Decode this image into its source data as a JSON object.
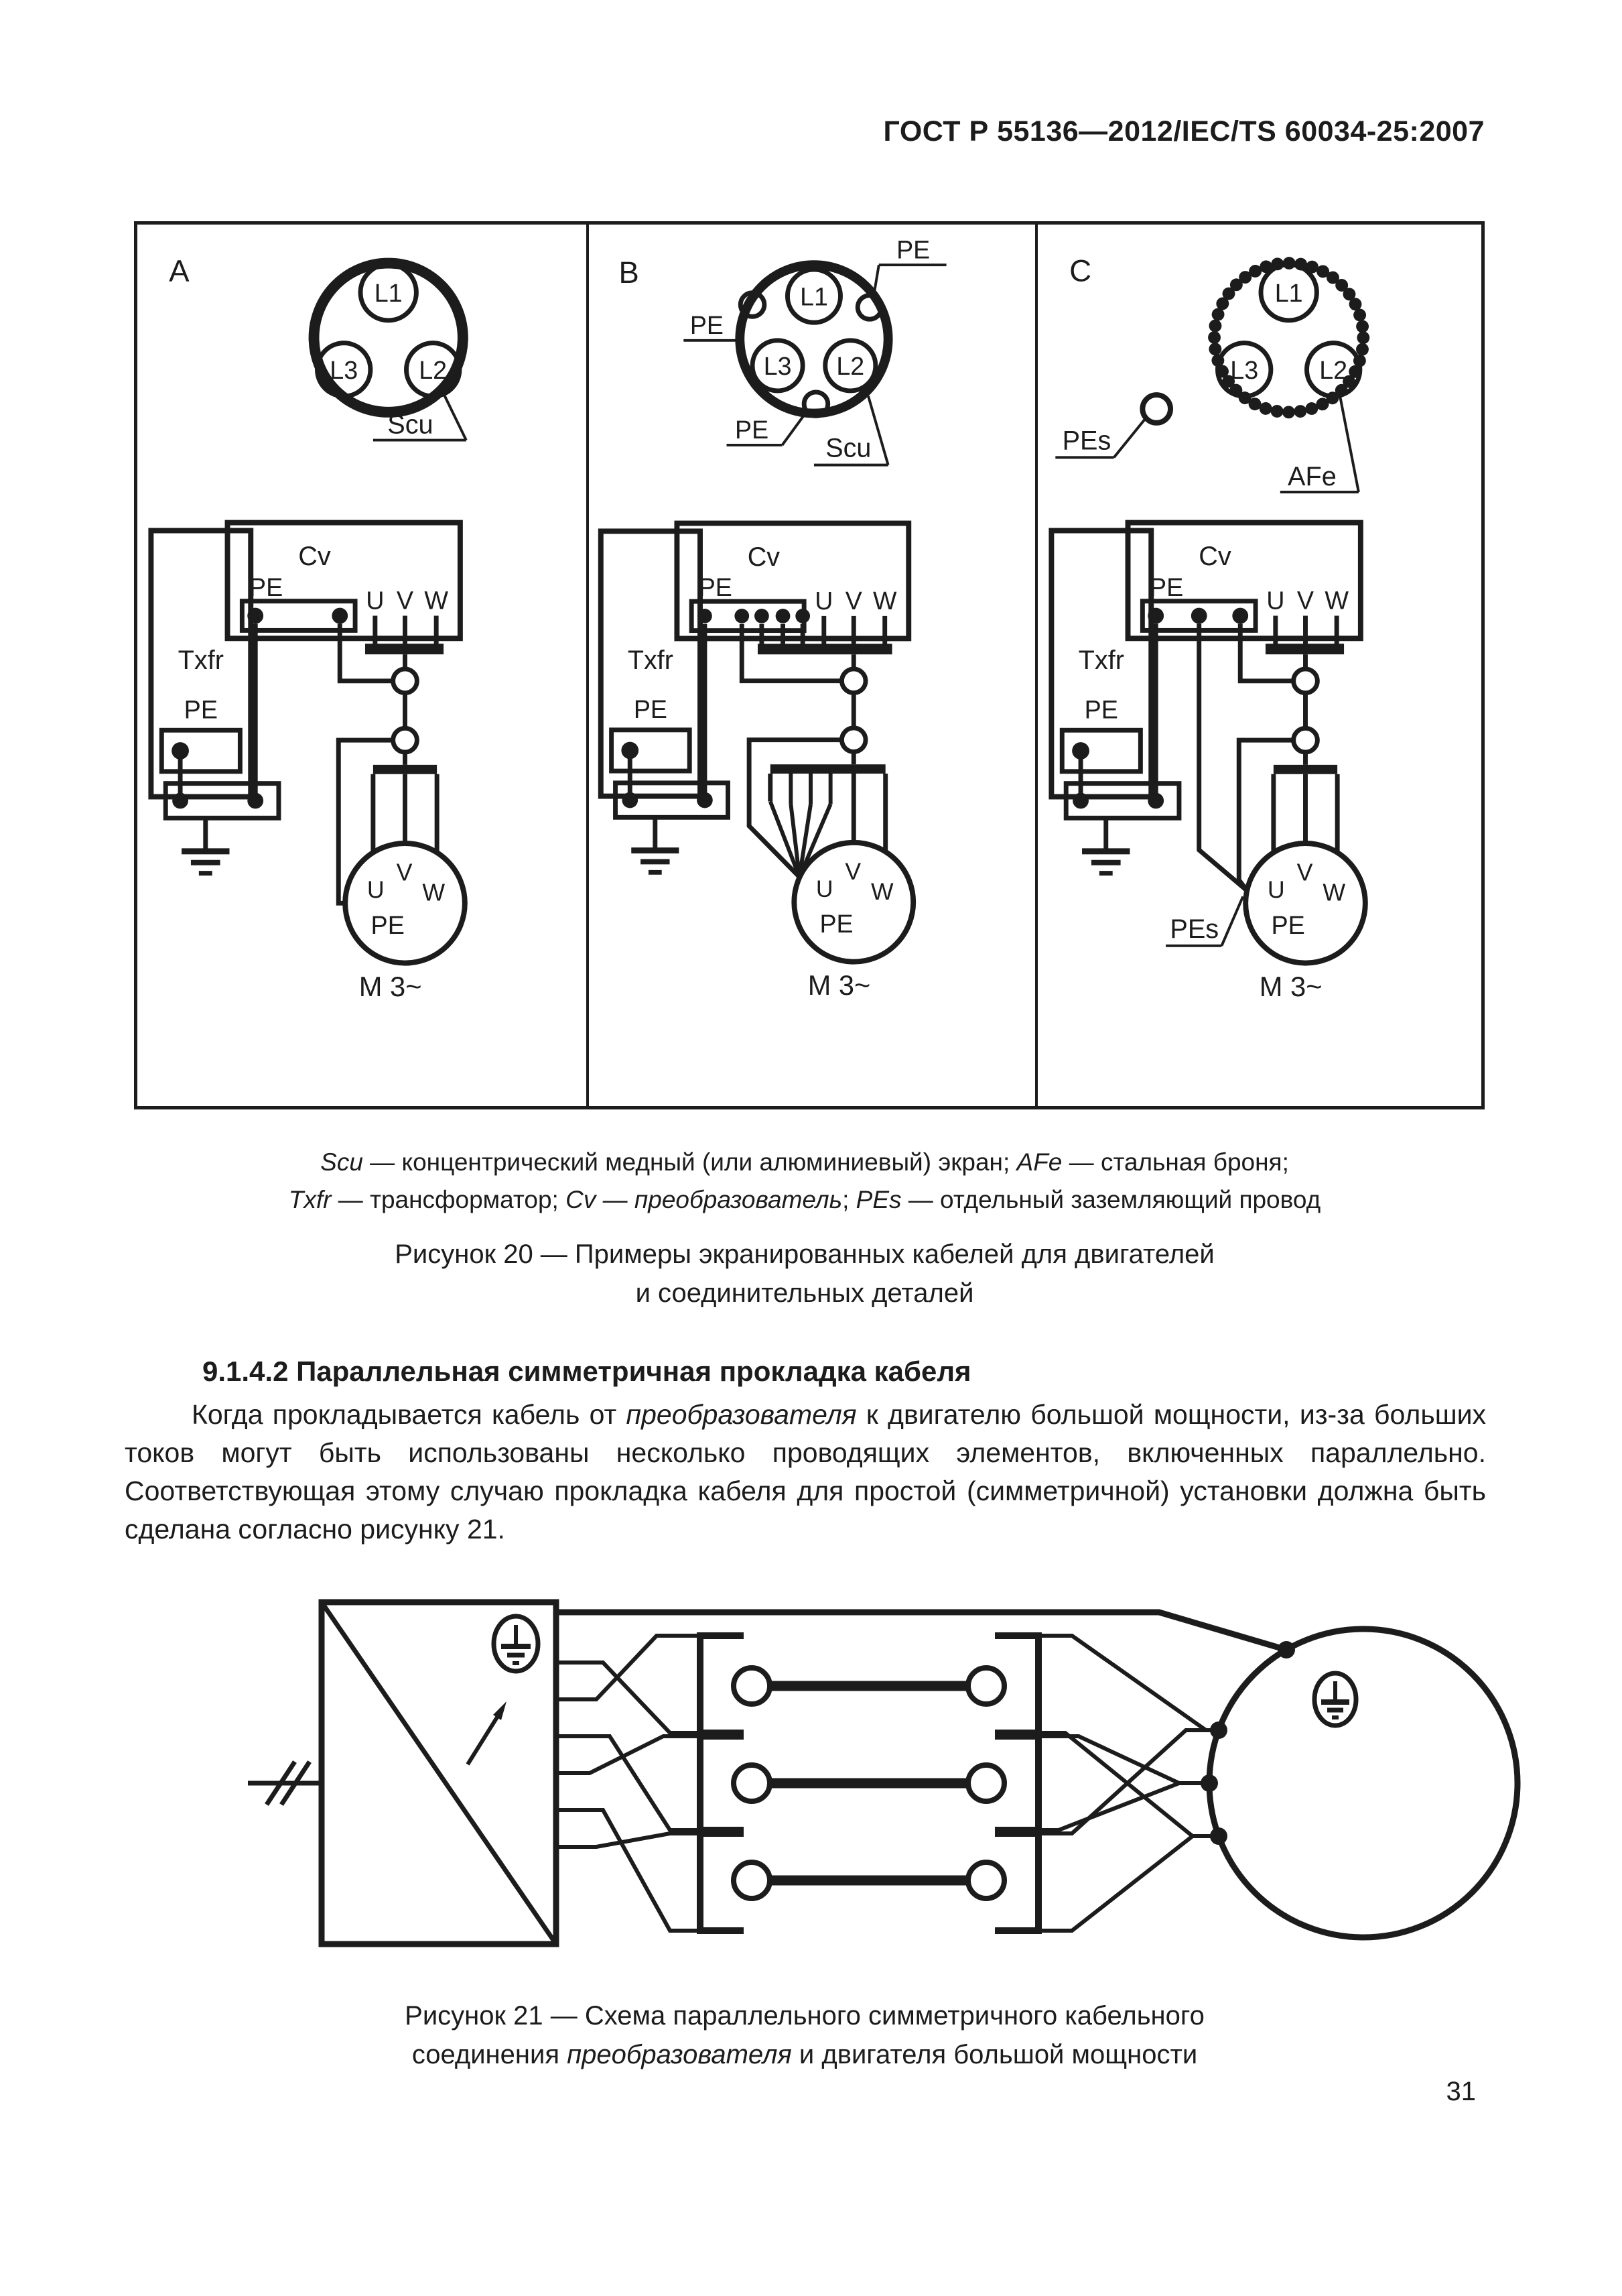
{
  "page": {
    "header_title": "ГОСТ Р 55136—2012/IEC/TS 60034-25:2007",
    "page_number": "31"
  },
  "labels": {
    "panel_a": "A",
    "panel_b": "B",
    "panel_c": "C",
    "l1": "L1",
    "l2": "L2",
    "l3": "L3",
    "scu": "Scu",
    "afe": "AFe",
    "pe": "PE",
    "pes": "PEs",
    "txfr": "Txfr",
    "cv": "Cv",
    "u": "U",
    "v": "V",
    "w": "W",
    "motor": "M 3~"
  },
  "figure20": {
    "legend": {
      "seg1_italic": "Scu",
      "seg2": " — концентрический медный (или алюминиевый) экран; ",
      "seg3_italic": "AFe",
      "seg4": " — стальная броня;",
      "seg5_italic": "Txfr",
      "seg6": " — трансформатор; ",
      "seg7_italic": "Cv",
      "seg8": " — ",
      "seg9_italic": "преобразователь",
      "seg10": "; ",
      "seg11_italic": "PEs",
      "seg12": " — отдельный заземляющий провод"
    },
    "caption_line1": "Рисунок 20 — Примеры экранированных кабелей для двигателей",
    "caption_line2": "и соединительных деталей"
  },
  "section": {
    "heading": "9.1.4.2 Параллельная симметричная прокладка кабеля",
    "para_seg1": "Когда прокладывается кабель от ",
    "para_seg2_italic": "преобразователя",
    "para_seg3": " к двигателю большой мощности, из-за больших токов могут быть использованы несколько проводящих элементов, включенных параллельно. Соответствующая этому случаю прокладка кабеля для простой (симметричной) установки должна быть сделана согласно рисунку 21."
  },
  "figure21": {
    "caption_line1": "Рисунок 21 — Схема параллельного симметричного кабельного",
    "caption_seg1": "соединения ",
    "caption_seg2_italic": "преобразователя",
    "caption_seg3": " и двигателя большой мощности"
  }
}
